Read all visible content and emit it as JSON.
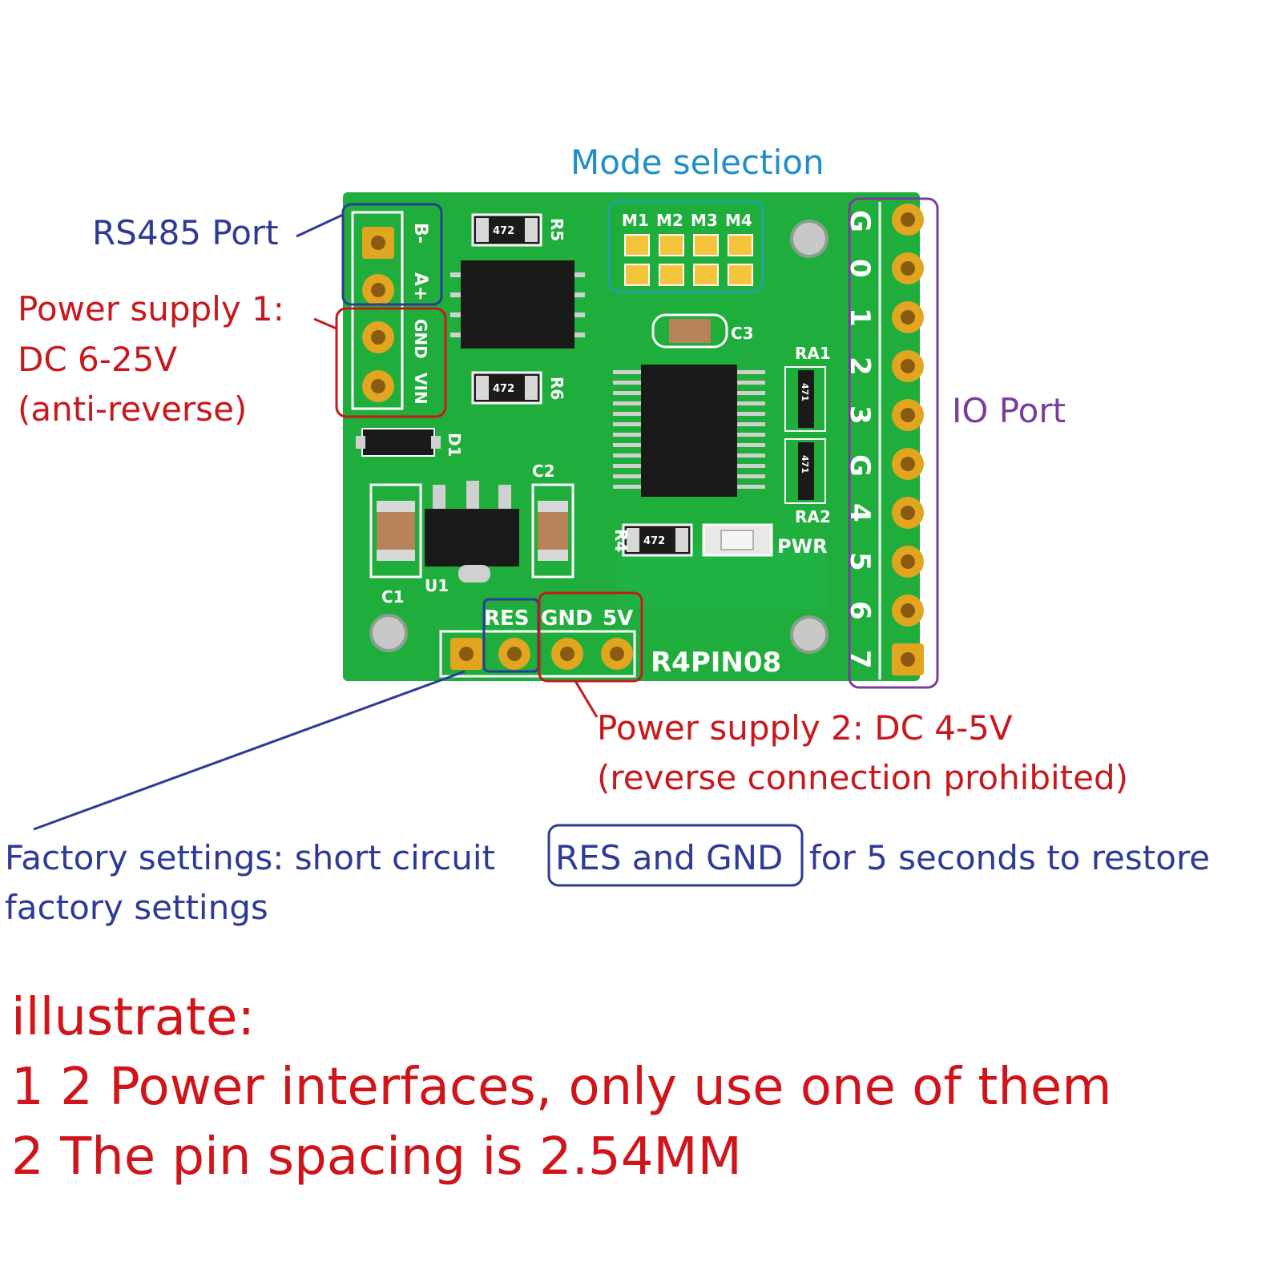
{
  "colors": {
    "blue": "#2d3a96",
    "red": "#c8181c",
    "cyan": "#1f8fc9",
    "purple": "#7a3d9c",
    "teal": "#1fa3a3",
    "pcb": "#1fae3c",
    "pad": "#e2a51f",
    "text_red": "#d0141a"
  },
  "callouts": {
    "mode_selection": "Mode selection",
    "rs485_port": "RS485 Port",
    "power1_line1": "Power supply 1:",
    "power1_line2": "DC 6-25V",
    "power1_line3": "(anti-reverse)",
    "io_port": "IO Port",
    "power2_line1": "Power supply 2: DC 4-5V",
    "power2_line2": "(reverse connection prohibited)"
  },
  "factory_note": {
    "part1": "Factory settings: short circuit",
    "highlight": "RES and GND",
    "part2": "for 5 seconds to restore",
    "line2": "factory settings"
  },
  "illustrate": {
    "heading": "illustrate:",
    "item1": "1 2 Power interfaces, only use one of them",
    "item2": "2 The pin spacing is 2.54MM"
  },
  "board": {
    "name": "R4PIN08",
    "left_pins": [
      "B-",
      "A+",
      "GND",
      "VIN"
    ],
    "bottom_pins": [
      "RES",
      "GND",
      "5V"
    ],
    "io_pins": [
      "G",
      "0",
      "1",
      "2",
      "3",
      "G",
      "4",
      "5",
      "6",
      "7"
    ],
    "mode_pins": [
      "M1",
      "M2",
      "M3",
      "M4"
    ],
    "components": {
      "r5": "R5",
      "r6": "R6",
      "r4": "R4",
      "r5_code": "472",
      "r6_code": "472",
      "r4_code": "472",
      "c1": "C1",
      "c2": "C2",
      "c3": "C3",
      "d1": "D1",
      "u1": "U1",
      "ra1": "RA1",
      "ra2": "RA2",
      "ra1_code": "471",
      "ra2_code": "471",
      "pwr": "PWR"
    }
  }
}
